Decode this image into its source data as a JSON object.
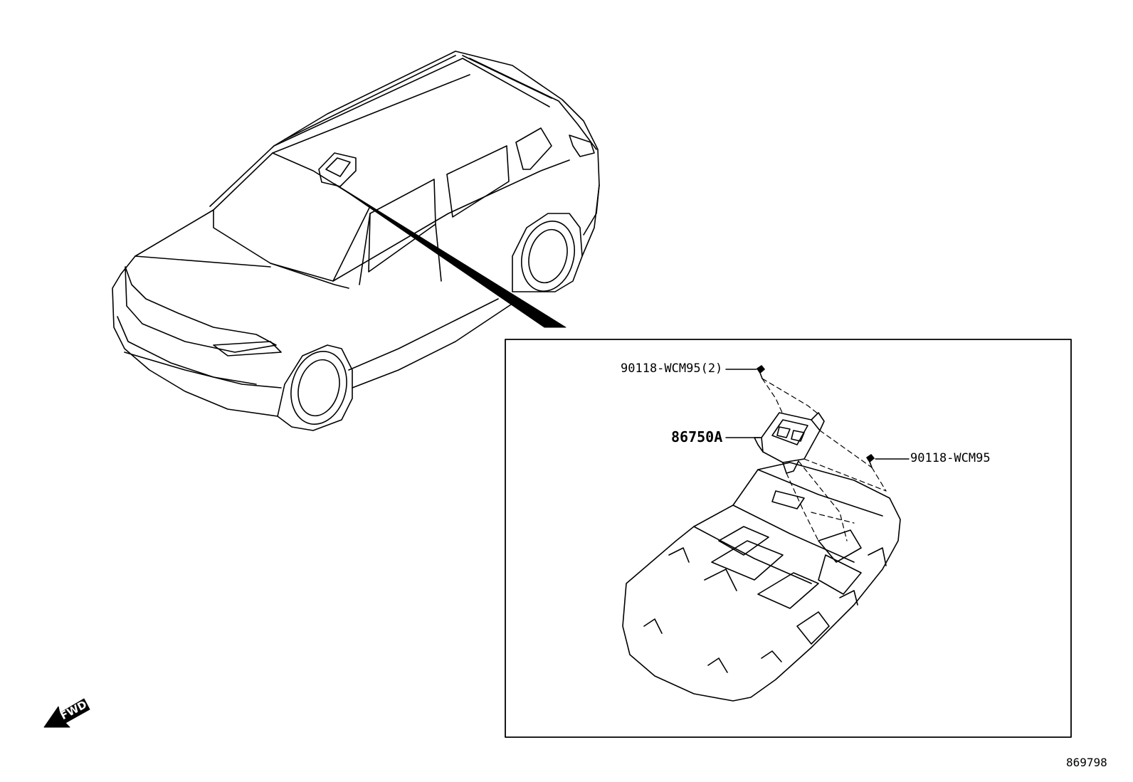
{
  "diagram": {
    "callouts": {
      "screw_top": "90118-WCM95(2)",
      "lamp_assembly": "86750A",
      "screw_right": "90118-WCM95"
    },
    "direction_indicator": "FWD",
    "reference_number": "869798"
  },
  "colors": {
    "line": "#000000",
    "background": "#ffffff"
  },
  "icons": [
    "fwd-arrow-icon",
    "screw-icon"
  ]
}
